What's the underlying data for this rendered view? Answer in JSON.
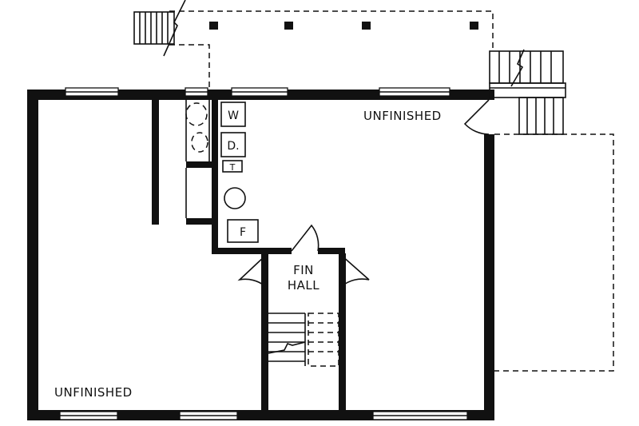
{
  "rooms": {
    "unfinished_right": "UNFINISHED",
    "unfinished_left": "UNFINISHED",
    "hall_line1": "FIN",
    "hall_line2": "HALL"
  },
  "fixtures": {
    "washer": "W",
    "dryer": "D.",
    "toilet": "T",
    "furnace": "F"
  }
}
